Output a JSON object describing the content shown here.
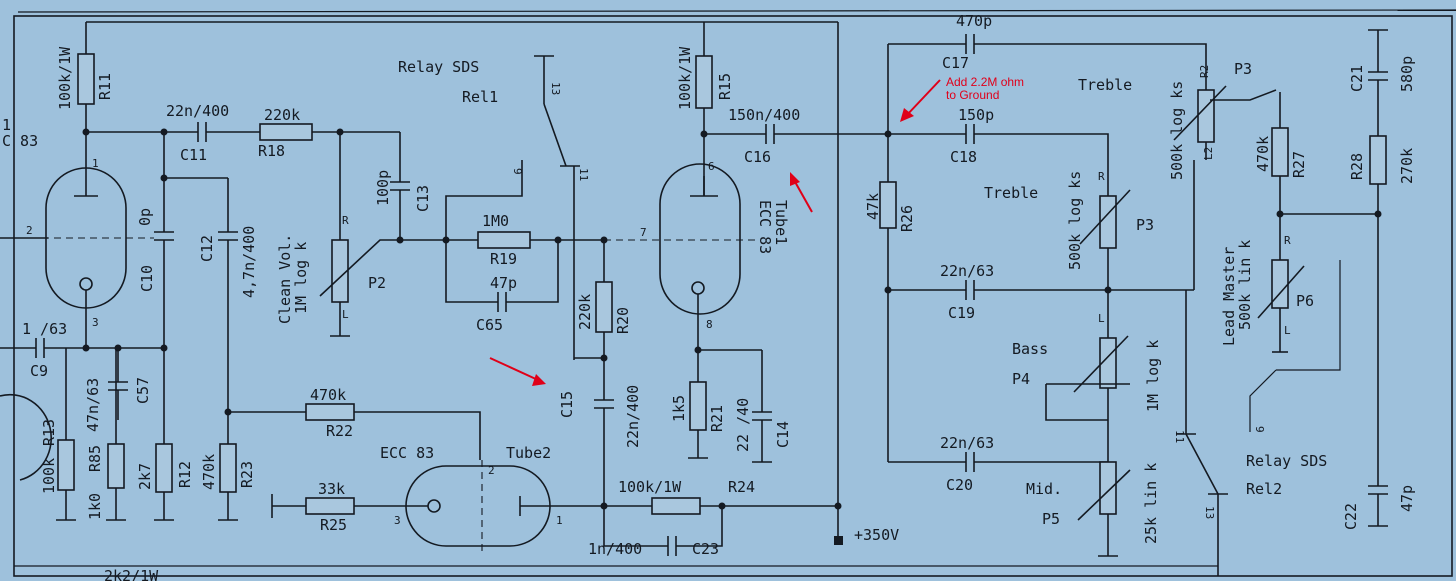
{
  "colors": {
    "paper": "#9ec1dc",
    "ink": "#141a22",
    "annotation": "#e0001a"
  },
  "annotation": {
    "line1": "Add 2.2M ohm",
    "line2": "to Ground"
  },
  "supply": "+350V",
  "tubes": {
    "v1_fragment": "C 83",
    "v1_partial": "1",
    "tube1_type": "ECC 83",
    "tube1_name": "Tube1",
    "tube2_type": "ECC 83",
    "tube2_name": "Tube2"
  },
  "relays": {
    "rel1_title": "Relay SDS",
    "rel1_name": "Rel1",
    "rel2_title": "Relay SDS",
    "rel2_name": "Rel2"
  },
  "labels": {
    "r11": "R11",
    "r11v": "100k/1W",
    "c11": "C11",
    "c11v": "22n/400",
    "r18": "R18",
    "r18v": "220k",
    "c10": "C10",
    "c10v": "0p",
    "c12": "C12",
    "c12v": "4,7n/400",
    "c13": "C13",
    "c13v": "100p",
    "p2": "P2",
    "p2a": "Clean Vol.",
    "p2b": "1M log k",
    "p2r": "R",
    "p2l": "L",
    "r19": "R19",
    "r19v": "1M0",
    "c65": "C65",
    "c65v": "47p",
    "r15": "R15",
    "r15v": "100k/1W",
    "c16": "C16",
    "c16v": "150n/400",
    "r20": "R20",
    "r20v": "220k",
    "c15": "C15",
    "c15v": "22n/400",
    "r21": "R21",
    "r21v": "1k5",
    "c14": "C14",
    "c14v": "22 /40",
    "r22": "R22",
    "r22v": "470k",
    "r25": "R25",
    "r25v": "33k",
    "r24": "R24",
    "r24v": "100k/1W",
    "c23": "C23",
    "c23v": "1n/400",
    "c9": "C9",
    "c9v": "1 /63",
    "r13": "R13",
    "r13v": "100k",
    "r85": "R85",
    "r85v": "1k0",
    "c57": "C57",
    "c57v": "47n/63",
    "r12": "R12",
    "r12v": "2k7",
    "r23": "R23",
    "r23v": "470k",
    "c17": "C17",
    "c17v": "470p",
    "c18": "C18",
    "c18v": "150p",
    "r26": "R26",
    "r26v": "47k",
    "c19": "C19",
    "c19v": "22n/63",
    "c20": "C20",
    "c20v": "22n/63",
    "treble1": "Treble",
    "treble2": "Treble",
    "p3": "P3",
    "p3v": "500k log ks",
    "p3r": "R",
    "p3l": "L",
    "p3b": "P3",
    "p3bv": "500k log ks",
    "r2": "R2",
    "l2": "L2",
    "bass": "Bass",
    "p4": "P4",
    "p4v": "1M log k",
    "mid": "Mid.",
    "p5": "P5",
    "p5v": "25k lin k",
    "r27": "R27",
    "r27v": "470k",
    "r28": "R28",
    "r28v": "270k",
    "c21": "C21",
    "c21v": "580p",
    "c22": "C22",
    "c22v": "47p",
    "p6": "P6",
    "p6a": "Lead Master",
    "p6b": "500k lin k",
    "bottom": "2k2/1W"
  },
  "pins": {
    "p1": "1",
    "p2": "2",
    "p3": "3",
    "p6": "6",
    "p7": "7",
    "p8": "8",
    "t2a": "2",
    "t2b": "3",
    "t2c": "1",
    "r13": "13",
    "r11": "11",
    "r9": "9",
    "rel2_11": "11",
    "rel2_9": "9",
    "rel2_13": "13"
  }
}
